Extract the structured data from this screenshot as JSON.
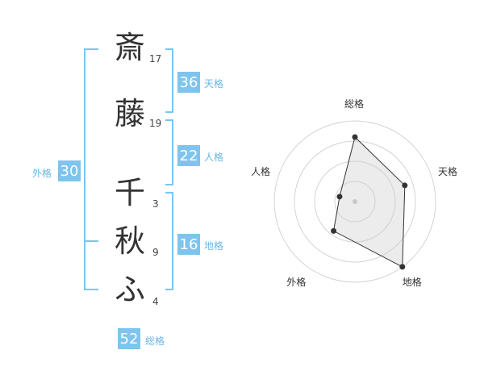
{
  "name": {
    "characters": [
      {
        "char": "斎",
        "strokes": "17"
      },
      {
        "char": "藤",
        "strokes": "19"
      },
      {
        "char": "千",
        "strokes": "3"
      },
      {
        "char": "秋",
        "strokes": "9"
      },
      {
        "char": "ふ",
        "strokes": "4"
      }
    ]
  },
  "fortunes": {
    "tenkaku": {
      "value": "36",
      "label": "天格"
    },
    "jinkaku": {
      "value": "22",
      "label": "人格"
    },
    "chikaku": {
      "value": "16",
      "label": "地格"
    },
    "gaikaku": {
      "value": "30",
      "label": "外格"
    },
    "soukaku": {
      "value": "52",
      "label": "総格"
    }
  },
  "colors": {
    "accent": "#7ec4ee",
    "accent_text": "#69b6e6"
  },
  "chart_data": {
    "type": "radar",
    "axes": [
      "総格",
      "天格",
      "地格",
      "外格",
      "人格"
    ],
    "values": [
      0.8,
      0.65,
      1.0,
      0.45,
      0.2
    ],
    "rings": 4,
    "grid": true
  }
}
